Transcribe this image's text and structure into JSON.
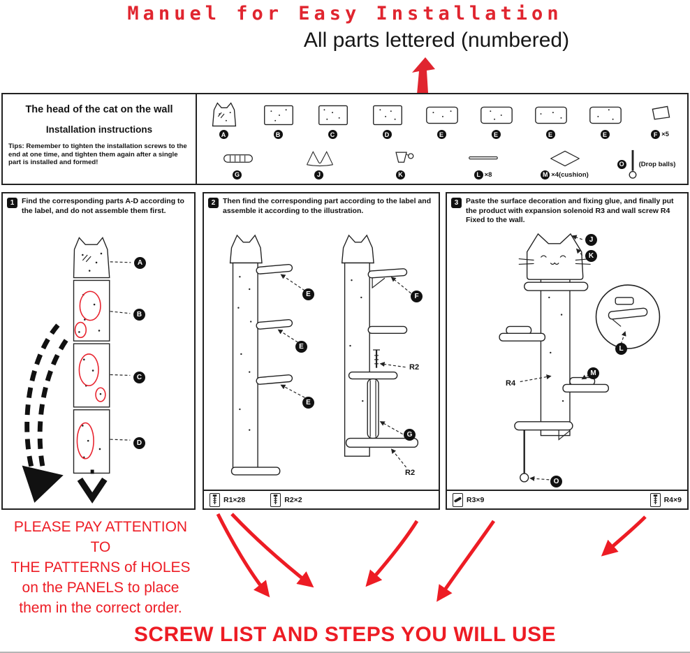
{
  "colors": {
    "accent_red": "#e0252f",
    "bright_red": "#ed1c24",
    "ink": "#141414"
  },
  "header": {
    "title": "Manuel for Easy Installation",
    "subtitle": "All parts lettered (numbered)"
  },
  "parts_box": {
    "heading": "The head of the cat on the wall",
    "subheading": "Installation instructions",
    "tips": "Tips: Remember to tighten the installation screws to the end at one time, and tighten them again after a single part is installed and formed!",
    "row1": [
      {
        "label": "A",
        "suffix": ""
      },
      {
        "label": "B",
        "suffix": ""
      },
      {
        "label": "C",
        "suffix": ""
      },
      {
        "label": "D",
        "suffix": ""
      },
      {
        "label": "E",
        "suffix": ""
      },
      {
        "label": "E",
        "suffix": ""
      },
      {
        "label": "E",
        "suffix": ""
      },
      {
        "label": "E",
        "suffix": ""
      },
      {
        "label": "F",
        "suffix": "×5"
      }
    ],
    "row2": [
      {
        "label": "G",
        "suffix": ""
      },
      {
        "label": "J",
        "suffix": ""
      },
      {
        "label": "K",
        "suffix": ""
      },
      {
        "label": "L",
        "suffix": "×8"
      },
      {
        "label": "M",
        "suffix": "×4(cushion)"
      },
      {
        "label": "O",
        "suffix": "(Drop balls)"
      }
    ]
  },
  "steps": [
    {
      "badge": "1",
      "text": "Find the corresponding parts A-D according to the label, and do not assemble them first.",
      "callouts": [
        "A",
        "B",
        "C",
        "D"
      ]
    },
    {
      "badge": "2",
      "text": "Then find the corresponding part according to the label and assemble it according to the illustration.",
      "callouts": [
        "E",
        "E",
        "E",
        "F",
        "G"
      ],
      "refs": [
        "R2",
        "R2"
      ],
      "screws": [
        "R1×28",
        "R2×2"
      ]
    },
    {
      "badge": "3",
      "text": "Paste the surface decoration and fixing glue, and finally put the product with expansion solenoid R3 and wall screw R4 Fixed to the wall.",
      "callouts": [
        "J",
        "K",
        "M",
        "L",
        "O"
      ],
      "refs": [
        "R4"
      ],
      "screws": [
        "R3×9",
        "R4×9"
      ]
    }
  ],
  "attention_lines": [
    "PLEASE PAY ATTENTION TO",
    "THE PATTERNS of HOLES",
    "on the PANELS to place",
    "them in the correct order."
  ],
  "footer": "SCREW  LIST AND STEPS YOU WILL USE"
}
